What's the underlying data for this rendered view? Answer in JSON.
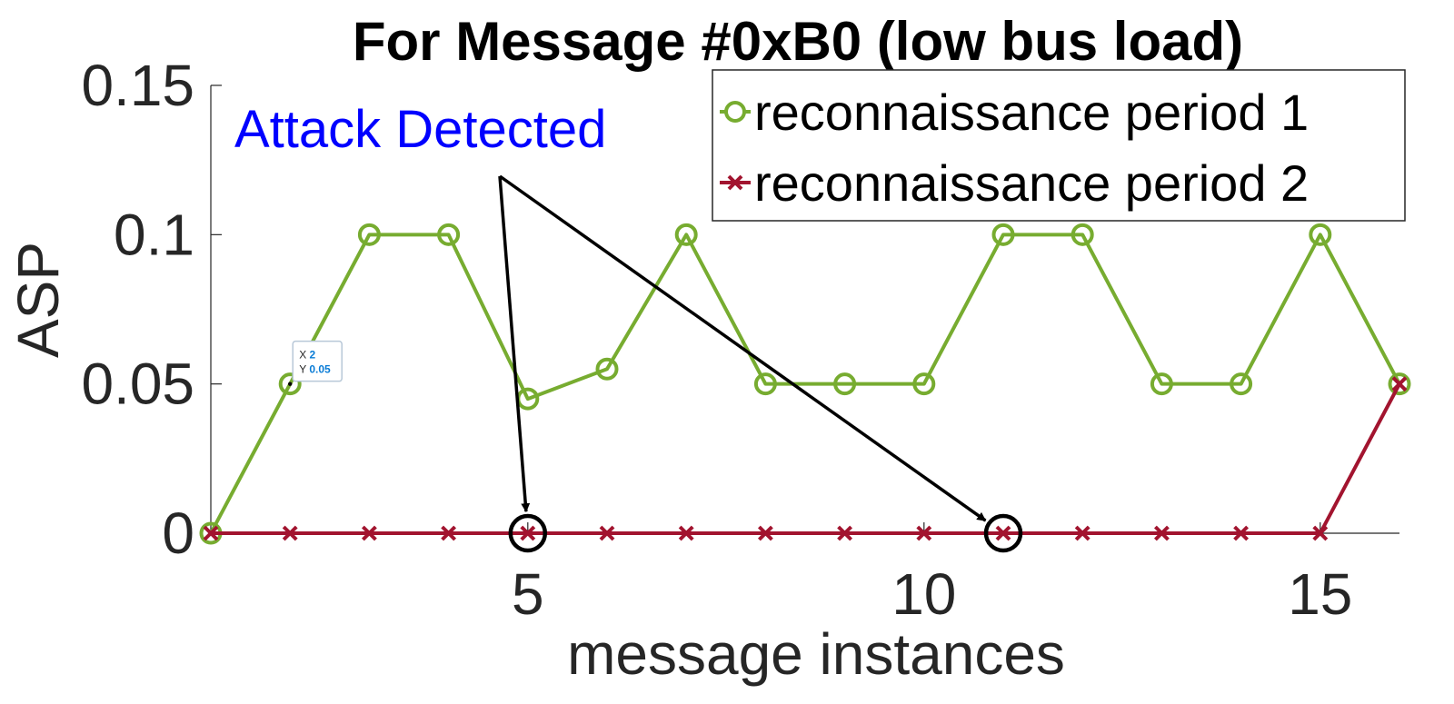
{
  "chart_data": {
    "type": "line",
    "title": "For Message #0xB0 (low bus load)",
    "xlabel": "message instances",
    "ylabel": "ASP",
    "xlim": [
      1,
      16
    ],
    "ylim": [
      0,
      0.15
    ],
    "x_ticks": [
      5,
      10,
      15
    ],
    "y_ticks": [
      0,
      0.05,
      0.1,
      0.15
    ],
    "x_tick_labels": [
      "5",
      "10",
      "15"
    ],
    "y_tick_labels": [
      "0",
      "0.05",
      "0.1",
      "0.15"
    ],
    "x": [
      1,
      2,
      3,
      4,
      5,
      6,
      7,
      8,
      9,
      10,
      11,
      12,
      13,
      14,
      15,
      16
    ],
    "series": [
      {
        "name": "reconnaissance period 1",
        "marker": "circle",
        "color": "#77ac30",
        "values": [
          0,
          0.05,
          0.1,
          0.1,
          0.045,
          0.055,
          0.1,
          0.05,
          0.05,
          0.05,
          0.1,
          0.1,
          0.05,
          0.05,
          0.1,
          0.05
        ]
      },
      {
        "name": "reconnaissance period 2",
        "marker": "x",
        "color": "#a2142f",
        "values": [
          0,
          0,
          0,
          0,
          0,
          0,
          0,
          0,
          0,
          0,
          0,
          0,
          0,
          0,
          0,
          0.05
        ]
      }
    ],
    "grid": false,
    "legend_position": "top-right",
    "annotation": {
      "text": "Attack Detected",
      "color": "#0000ff",
      "targets": [
        {
          "x": 5,
          "y": 0
        },
        {
          "x": 11,
          "y": 0
        }
      ]
    },
    "datatip": {
      "x_label": "X",
      "x_value": "2",
      "y_label": "Y",
      "y_value": "0.05",
      "x": 2,
      "y": 0.05
    }
  }
}
